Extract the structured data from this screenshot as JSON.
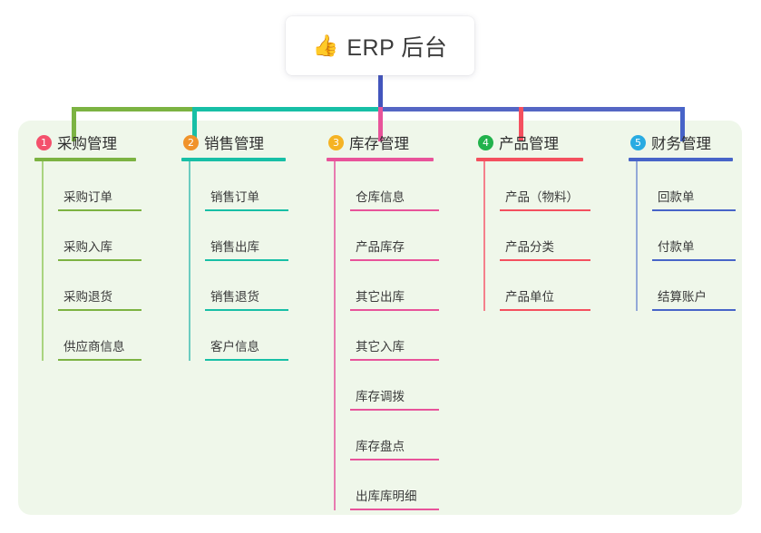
{
  "title": {
    "icon": "thumbs-up-icon",
    "icon_glyph": "👍",
    "text": "ERP 后台"
  },
  "panel": {
    "background": "#eff7ea"
  },
  "connectors": {
    "trunk_color": "#4355bd",
    "segment_colors": [
      "#7cb342",
      "#17bfa6",
      "#5566c4"
    ],
    "drop_colors": [
      "#7cb342",
      "#17bfa6",
      "#e8539a",
      "#f4505f",
      "#4764c8"
    ]
  },
  "columns": [
    {
      "number": "1",
      "badge_color": "#f4516c",
      "color": "#7cb342",
      "spine_color": "#a9d47f",
      "title": "采购管理",
      "items": [
        {
          "label": "采购订单"
        },
        {
          "label": "采购入库"
        },
        {
          "label": "采购退货"
        },
        {
          "label": "供应商信息"
        }
      ]
    },
    {
      "number": "2",
      "badge_color": "#f0932b",
      "color": "#17bfa6",
      "spine_color": "#6cccc0",
      "title": "销售管理",
      "items": [
        {
          "label": "销售订单"
        },
        {
          "label": "销售出库"
        },
        {
          "label": "销售退货"
        },
        {
          "label": "客户信息"
        }
      ]
    },
    {
      "number": "3",
      "badge_color": "#f5b324",
      "color": "#e8539a",
      "spine_color": "#e87bb0",
      "title": "库存管理",
      "items": [
        {
          "label": "仓库信息"
        },
        {
          "label": "产品库存"
        },
        {
          "label": "其它出库"
        },
        {
          "label": "其它入库"
        },
        {
          "label": "库存调拨"
        },
        {
          "label": "库存盘点"
        },
        {
          "label": "出库库明细"
        }
      ]
    },
    {
      "number": "4",
      "badge_color": "#22b24c",
      "color": "#f4505f",
      "spine_color": "#f4808b",
      "title": "产品管理",
      "items": [
        {
          "label": "产品（物料）"
        },
        {
          "label": "产品分类"
        },
        {
          "label": "产品单位"
        }
      ]
    },
    {
      "number": "5",
      "badge_color": "#29abe2",
      "color": "#4764c8",
      "spine_color": "#93a9d8",
      "title": "财务管理",
      "items": [
        {
          "label": "回款单"
        },
        {
          "label": "付款单"
        },
        {
          "label": "结算账户"
        }
      ]
    }
  ]
}
